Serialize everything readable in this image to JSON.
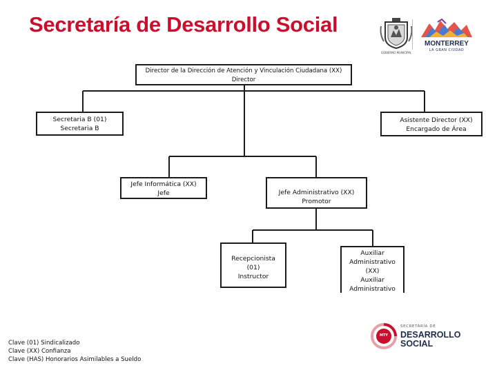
{
  "header": {
    "title": "Secretaría de Desarrollo Social",
    "seal_text": "GOBIERNO MUNICIPAL",
    "city_logo_name": "MONTERREY",
    "city_logo_tagline": "LA GRAN CIUDAD"
  },
  "org_chart": {
    "director": {
      "line1": "Director de la Dirección de Atención y Vinculación Ciudadana (XX)",
      "line2": "Director"
    },
    "secretaria": {
      "line1": "Secretaria B   (01)",
      "line2": "Secretaria B"
    },
    "asistente": {
      "line1": "Asistente Director  (XX)",
      "line2": "Encargado de Área"
    },
    "jefe_informatica": {
      "line1": "Jefe Informática   (XX)",
      "line2": "Jefe"
    },
    "jefe_administrativo": {
      "line1": "Jefe Administrativo    (XX)",
      "line2": "Promotor"
    },
    "recepcionista": {
      "line1": "Recepcionista",
      "line2": "(01)",
      "line3": "Instructor"
    },
    "auxiliar": {
      "line1": "Auxiliar",
      "line2": "Administrativo",
      "line3": "(XX)",
      "line4": "Auxiliar",
      "line5": "Administrativo"
    }
  },
  "legend": {
    "line1": "Clave (01) Sindicalizado",
    "line2": "Clave (XX) Confianza",
    "line3": "Clave (HAS) Honorarios Asimilables a  Sueldo"
  },
  "footer_logo": {
    "small_caption": "SECRETARÍA DE",
    "word1": "DESARROLLO",
    "word2": "SOCIAL",
    "badge_text": "MTY"
  },
  "colors": {
    "title_red": "#c8102e",
    "box_border": "#1a1a1a",
    "brand_navy": "#1f2b4d"
  }
}
